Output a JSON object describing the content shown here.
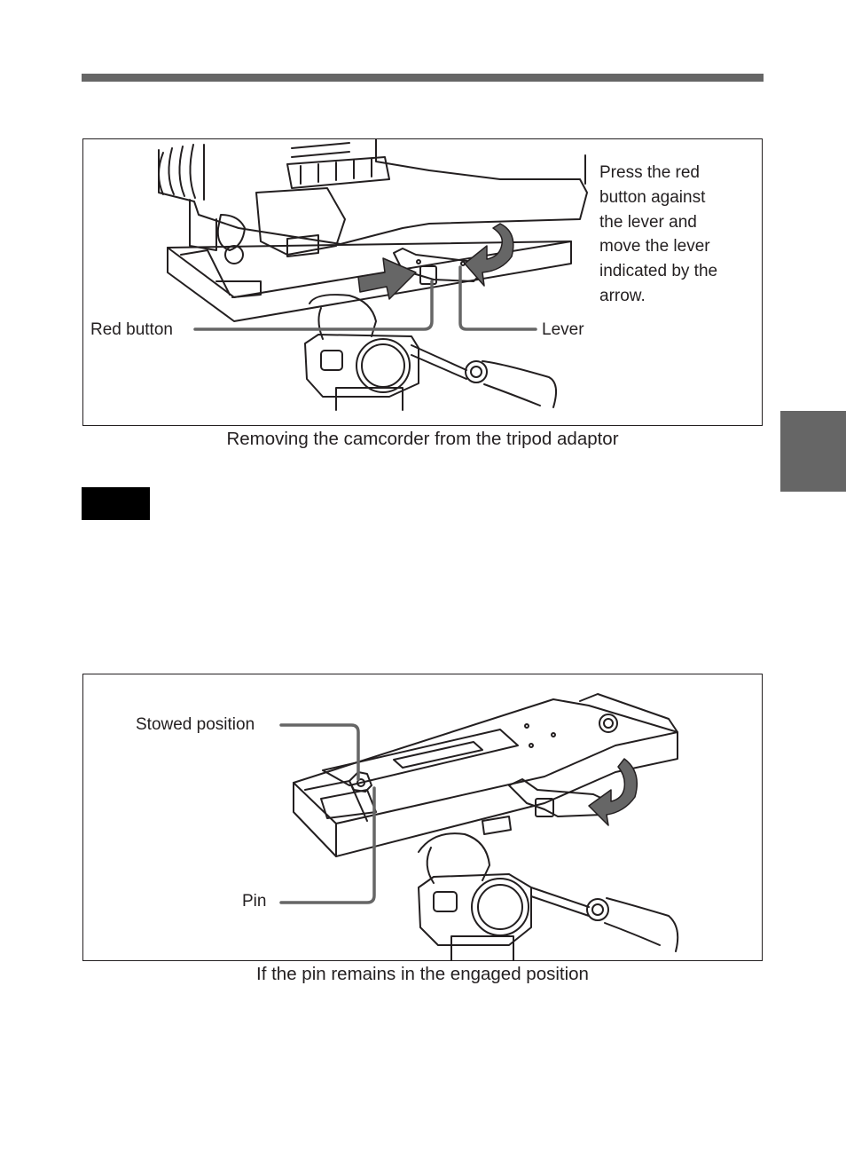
{
  "figure1": {
    "callouts": {
      "red_button": "Red button",
      "lever": "Lever"
    },
    "instruction_lines": [
      "Press the red",
      "button against",
      "the lever and",
      "move the lever",
      "indicated by the",
      "arrow."
    ],
    "caption": "Removing the camcorder from the tripod adaptor"
  },
  "figure2": {
    "callouts": {
      "stowed_position": "Stowed position",
      "pin": "Pin"
    },
    "caption": "If the pin remains in the engaged position"
  },
  "colors": {
    "rule_gray": "#666666",
    "note_box": "#000000",
    "line": "#231f20"
  }
}
